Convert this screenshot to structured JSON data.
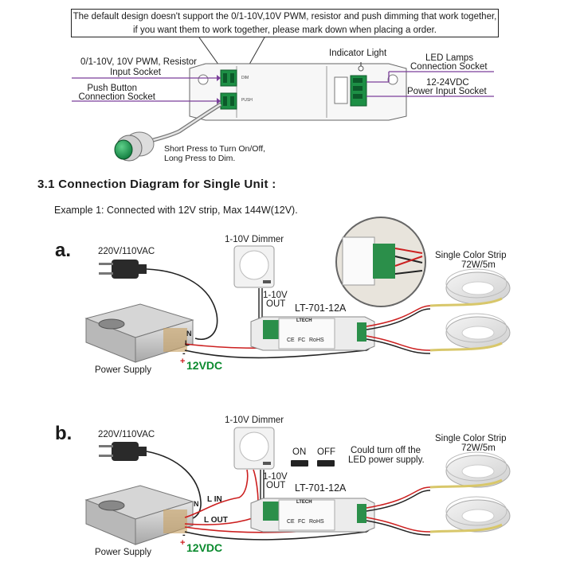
{
  "top_diagram": {
    "note_line1": "The default design doesn't support the 0/1-10V,10V PWM, resistor and push dimming that work together,",
    "note_line2": "if you want them to work together, please mark down when placing a order.",
    "label_dimming_socket_line1": "0/1-10V, 10V PWM, Resistor",
    "label_dimming_socket_line2": "Input Socket",
    "label_push_socket_line1": "Push Button",
    "label_push_socket_line2": "Connection Socket",
    "label_indicator": "Indicator Light",
    "label_led_socket_line1": "LED Lamps",
    "label_led_socket_line2": "Connection Socket",
    "label_power_socket_line1": "12-24VDC",
    "label_power_socket_line2": "Power Input Socket",
    "label_press_line1": "Short Press to Turn On/Off,",
    "label_press_line2": "Long Press to Dim."
  },
  "section": {
    "heading": "3.1 Connection Diagram for Single Unit :",
    "example": "Example 1: Connected with 12V strip, Max 144W(12V)."
  },
  "diagram_a": {
    "letter": "a.",
    "mains": "220V/110VAC",
    "dimmer": "1-10V Dimmer",
    "out_line1": "1-10V",
    "out_line2": "OUT",
    "controller": "LT-701-12A",
    "strip_line1": "Single Color Strip",
    "strip_line2": "72W/5m",
    "psu": "Power Supply",
    "vdc": "12VDC",
    "psu_n": "N",
    "psu_l": "L",
    "psu_minus": "-",
    "psu_plus": "+"
  },
  "diagram_b": {
    "letter": "b.",
    "mains": "220V/110VAC",
    "dimmer": "1-10V Dimmer",
    "out_line1": "1-10V",
    "out_line2": "OUT",
    "controller": "LT-701-12A",
    "strip_line1": "Single Color Strip",
    "strip_line2": "72W/5m",
    "psu": "Power Supply",
    "vdc": "12VDC",
    "psu_n": "N",
    "psu_minus": "-",
    "psu_plus": "+",
    "l_in": "L IN",
    "l_out": "L OUT",
    "switch_on": "ON",
    "switch_off": "OFF",
    "turn_off_line1": "Could turn off the",
    "turn_off_line2": "LED power supply."
  },
  "device_labels": {
    "brand": "LTECH",
    "ce": "CE",
    "fc": "FC",
    "rohs": "RoHS"
  }
}
